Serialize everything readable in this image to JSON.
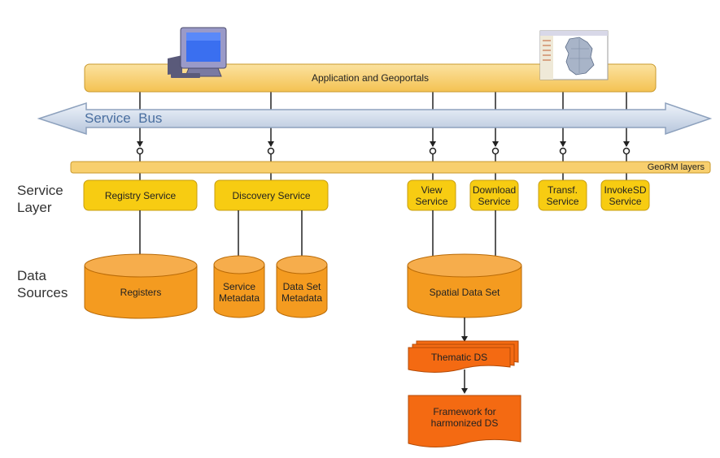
{
  "application_bar": {
    "label": "Application and Geoportals"
  },
  "service_bus": {
    "label": "Service  Bus"
  },
  "georm": {
    "label": "GeoRM layers"
  },
  "side_labels": {
    "service_layer": [
      "Service",
      "Layer"
    ],
    "data_sources": [
      "Data",
      "Sources"
    ]
  },
  "services": [
    {
      "label": "Registry Service"
    },
    {
      "label": "Discovery Service"
    },
    {
      "label": "View\nService"
    },
    {
      "label": "Download\nService"
    },
    {
      "label": "Transf.\nService"
    },
    {
      "label": "InvokeSD\nService"
    }
  ],
  "data_sources": [
    {
      "label": "Registers"
    },
    {
      "label": "Service\nMetadata"
    },
    {
      "label": "Data Set\nMetadata"
    },
    {
      "label": "Spatial Data Set"
    }
  ],
  "documents": [
    {
      "label": "Thematic DS"
    },
    {
      "label": "Framework for\nharmonized DS"
    }
  ],
  "icons": [
    "computer-monitor-icon",
    "map-thumbnail-icon"
  ],
  "colors": {
    "bar_fill": "#f8cf6e",
    "bar_stroke": "#c99a2e",
    "service_fill": "#f7cc12",
    "service_stroke": "#c79d0e",
    "cylinder_fill": "#f49b20",
    "cylinder_top": "#f6ad4c",
    "cylinder_stroke": "#b96a06",
    "doc_fill": "#f46a12",
    "doc_stroke": "#b34a06",
    "arrow_fill": "#d3deec",
    "arrow_stroke": "#8da1bd",
    "bus_text": "#4a6fa0"
  }
}
